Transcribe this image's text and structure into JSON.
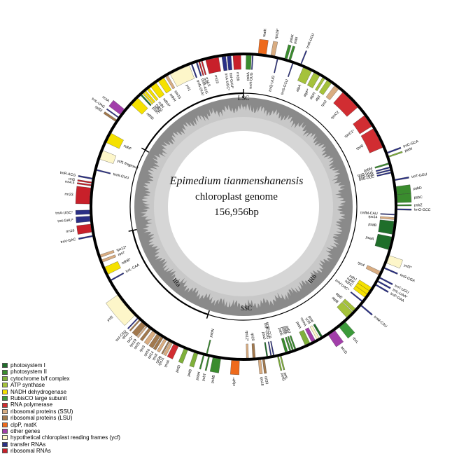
{
  "genome": {
    "species": "Epimedium tianmenshanensis",
    "subtitle": "chloroplast genome",
    "length_label": "156,956bp",
    "length_bp": 156956
  },
  "regions": {
    "lsc": "LSC",
    "ira": "IRa",
    "ssc": "SSC",
    "irb": "IRb",
    "boundaries_bp": [
      86420,
      112450,
      130750
    ]
  },
  "legend": [
    {
      "label": "photosystem I",
      "color": "#1f6e2a"
    },
    {
      "label": "photosystem II",
      "color": "#3a8c2e"
    },
    {
      "label": "cytochrome b/f complex",
      "color": "#7fb03a"
    },
    {
      "label": "ATP synthase",
      "color": "#a5c23b"
    },
    {
      "label": "NADH dehydrogenase",
      "color": "#f5e100"
    },
    {
      "label": "RubisCO large subunit",
      "color": "#3c9a3a"
    },
    {
      "label": "RNA polymerase",
      "color": "#d12d32"
    },
    {
      "label": "ribosomal proteins (SSU)",
      "color": "#d9ad82"
    },
    {
      "label": "ribosomal proteins (LSU)",
      "color": "#a2794e"
    },
    {
      "label": "clpP, matK",
      "color": "#ee6a1c"
    },
    {
      "label": "other genes",
      "color": "#a23eaa"
    },
    {
      "label": "hypothetical chloroplast reading frames (ycf)",
      "color": "#fdf6c9"
    },
    {
      "label": "transfer RNAs",
      "color": "#2a2f86"
    },
    {
      "label": "ribosomal RNAs",
      "color": "#c8202a"
    }
  ],
  "genes": [
    {
      "name": "psbA",
      "angle": 2,
      "span": 2,
      "color": "#3a8c2e",
      "side": "in"
    },
    {
      "name": "trnH-GUG",
      "angle": 3.5,
      "span": 0.4,
      "color": "#2a2f86",
      "side": "in"
    },
    {
      "name": "matK",
      "angle": 7,
      "span": 3,
      "color": "#ee6a1c",
      "side": "out"
    },
    {
      "name": "rps16*",
      "angle": 11,
      "span": 1.5,
      "color": "#d9ad82",
      "side": "out"
    },
    {
      "name": "trnQ-UUG",
      "angle": 13,
      "span": 0.4,
      "color": "#2a2f86",
      "side": "in"
    },
    {
      "name": "psbK",
      "angle": 16,
      "span": 1,
      "color": "#3a8c2e",
      "side": "out"
    },
    {
      "name": "psbI",
      "angle": 17.5,
      "span": 0.8,
      "color": "#3a8c2e",
      "side": "out"
    },
    {
      "name": "trnS-GCU",
      "angle": 19,
      "span": 0.4,
      "color": "#2a2f86",
      "side": "in"
    },
    {
      "name": "trnR-UCU",
      "angle": 22,
      "span": 0.4,
      "color": "#2a2f86",
      "side": "out"
    },
    {
      "name": "atpA",
      "angle": 25,
      "span": 3.5,
      "color": "#a5c23b",
      "side": "in"
    },
    {
      "name": "atpF*",
      "angle": 29,
      "span": 2.5,
      "color": "#a5c23b",
      "side": "in"
    },
    {
      "name": "atpH",
      "angle": 32,
      "span": 1,
      "color": "#a5c23b",
      "side": "in"
    },
    {
      "name": "atpI",
      "angle": 34.5,
      "span": 2,
      "color": "#a5c23b",
      "side": "in"
    },
    {
      "name": "rps2",
      "angle": 38,
      "span": 2,
      "color": "#d9ad82",
      "side": "in"
    },
    {
      "name": "rpoC2",
      "angle": 45,
      "span": 8,
      "color": "#d12d32",
      "side": "in"
    },
    {
      "name": "rpoC1*",
      "angle": 55.5,
      "span": 5,
      "color": "#d12d32",
      "side": "in"
    },
    {
      "name": "rpoB",
      "angle": 63,
      "span": 8,
      "color": "#d12d32",
      "side": "in"
    },
    {
      "name": "trnC-GCA",
      "angle": 69.5,
      "span": 0.5,
      "color": "#2a2f86",
      "side": "out"
    },
    {
      "name": "petN",
      "angle": 71,
      "span": 0.5,
      "color": "#7fb03a",
      "side": "out"
    },
    {
      "name": "psbM",
      "angle": 73.5,
      "span": 0.6,
      "color": "#3a8c2e",
      "side": "in"
    },
    {
      "name": "trnD-GUC",
      "angle": 75,
      "span": 0.5,
      "color": "#2a2f86",
      "side": "in"
    },
    {
      "name": "trnY-GUA",
      "angle": 76,
      "span": 0.5,
      "color": "#2a2f86",
      "side": "in"
    },
    {
      "name": "trnE-UUC",
      "angle": 77,
      "span": 0.5,
      "color": "#2a2f86",
      "side": "in"
    },
    {
      "name": "trnT-GGU",
      "angle": 80,
      "span": 0.5,
      "color": "#2a2f86",
      "side": "out"
    },
    {
      "name": "psbD",
      "angle": 84,
      "span": 3,
      "color": "#3a8c2e",
      "side": "out"
    },
    {
      "name": "psbC",
      "angle": 87,
      "span": 3,
      "color": "#3a8c2e",
      "side": "out"
    },
    {
      "name": "psbZ",
      "angle": 89.5,
      "span": 0.5,
      "color": "#3a8c2e",
      "side": "out"
    },
    {
      "name": "trnG-GCC",
      "angle": 91,
      "span": 0.5,
      "color": "#2a2f86",
      "side": "out"
    },
    {
      "name": "trnfM-CAU",
      "angle": 93,
      "span": 0.4,
      "color": "#2a2f86",
      "side": "in"
    },
    {
      "name": "rps14",
      "angle": 94.5,
      "span": 0.8,
      "color": "#d9ad82",
      "side": "in"
    },
    {
      "name": "psaB",
      "angle": 98,
      "span": 5,
      "color": "#1f6e2a",
      "side": "in"
    },
    {
      "name": "psaA",
      "angle": 104,
      "span": 5,
      "color": "#1f6e2a",
      "side": "in"
    },
    {
      "name": "ycf3*",
      "angle": 110,
      "span": 3,
      "color": "#fdf6c9",
      "side": "out"
    },
    {
      "name": "trnS-GGA",
      "angle": 113.5,
      "span": 0.5,
      "color": "#2a2f86",
      "side": "out"
    },
    {
      "name": "rps4",
      "angle": 116,
      "span": 1.5,
      "color": "#d9ad82",
      "side": "in"
    },
    {
      "name": "trnT-UGU",
      "angle": 117.5,
      "span": 0.5,
      "color": "#2a2f86",
      "side": "out"
    },
    {
      "name": "trnL-UAA*",
      "angle": 119,
      "span": 0.5,
      "color": "#2a2f86",
      "side": "out"
    },
    {
      "name": "trnF-GAA",
      "angle": 120.5,
      "span": 0.5,
      "color": "#2a2f86",
      "side": "out"
    },
    {
      "name": "ndhJ",
      "angle": 123,
      "span": 1.5,
      "color": "#f5e100",
      "side": "in"
    },
    {
      "name": "ndhK",
      "angle": 124.5,
      "span": 1.5,
      "color": "#f5e100",
      "side": "in"
    },
    {
      "name": "ndhC",
      "angle": 126,
      "span": 1.5,
      "color": "#f5e100",
      "side": "in"
    },
    {
      "name": "trnV-UAC*",
      "angle": 128.5,
      "span": 0.5,
      "color": "#2a2f86",
      "side": "in"
    },
    {
      "name": "trnM-CAU",
      "angle": 130,
      "span": 0.5,
      "color": "#2a2f86",
      "side": "out"
    },
    {
      "name": "atpE",
      "angle": 133,
      "span": 1.5,
      "color": "#a5c23b",
      "side": "in"
    },
    {
      "name": "atpB",
      "angle": 135.5,
      "span": 3,
      "color": "#a5c23b",
      "side": "in"
    },
    {
      "name": "rbcL",
      "angle": 140,
      "span": 3,
      "color": "#3c9a3a",
      "side": "out"
    },
    {
      "name": "accD",
      "angle": 145,
      "span": 3,
      "color": "#a23eaa",
      "side": "out"
    },
    {
      "name": "psaI",
      "angle": 149,
      "span": 0.8,
      "color": "#1f6e2a",
      "side": "in"
    },
    {
      "name": "ycf4",
      "angle": 150.5,
      "span": 1,
      "color": "#fdf6c9",
      "side": "in"
    },
    {
      "name": "cemA",
      "angle": 152.5,
      "span": 1.5,
      "color": "#a23eaa",
      "side": "in"
    },
    {
      "name": "petA",
      "angle": 155,
      "span": 2,
      "color": "#7fb03a",
      "side": "in"
    },
    {
      "name": "psbJ",
      "angle": 160,
      "span": 0.6,
      "color": "#3a8c2e",
      "side": "in"
    },
    {
      "name": "psbL",
      "angle": 161,
      "span": 0.6,
      "color": "#3a8c2e",
      "side": "in"
    },
    {
      "name": "psbF",
      "angle": 162,
      "span": 0.6,
      "color": "#3a8c2e",
      "side": "in"
    },
    {
      "name": "psbE",
      "angle": 163.5,
      "span": 1,
      "color": "#3a8c2e",
      "side": "in"
    },
    {
      "name": "petL",
      "angle": 166,
      "span": 0.5,
      "color": "#7fb03a",
      "side": "out"
    },
    {
      "name": "petG",
      "angle": 167,
      "span": 0.5,
      "color": "#7fb03a",
      "side": "out"
    },
    {
      "name": "trnW-CCA",
      "angle": 168.5,
      "span": 0.4,
      "color": "#2a2f86",
      "side": "in"
    },
    {
      "name": "trnP-UGG",
      "angle": 169.5,
      "span": 0.4,
      "color": "#2a2f86",
      "side": "in"
    },
    {
      "name": "psaJ",
      "angle": 171,
      "span": 0.5,
      "color": "#1f6e2a",
      "side": "in"
    },
    {
      "name": "rpl33",
      "angle": 172.5,
      "span": 0.8,
      "color": "#a2794e",
      "side": "out"
    },
    {
      "name": "rps18",
      "angle": 174,
      "span": 1,
      "color": "#d9ad82",
      "side": "out"
    },
    {
      "name": "rpl20",
      "angle": 176,
      "span": 1,
      "color": "#a2794e",
      "side": "in"
    },
    {
      "name": "rps12*",
      "angle": 178.5,
      "span": 0.8,
      "color": "#d9ad82",
      "side": "in"
    },
    {
      "name": "clpP*",
      "angle": 183,
      "span": 3,
      "color": "#ee6a1c",
      "side": "out"
    },
    {
      "name": "psbB",
      "angle": 190,
      "span": 3,
      "color": "#3a8c2e",
      "side": "out"
    },
    {
      "name": "psbT",
      "angle": 193,
      "span": 0.5,
      "color": "#3a8c2e",
      "side": "out"
    },
    {
      "name": "psbN",
      "angle": 194,
      "span": 0.5,
      "color": "#3a8c2e",
      "side": "in"
    },
    {
      "name": "psbH",
      "angle": 195,
      "span": 0.5,
      "color": "#3a8c2e",
      "side": "out"
    },
    {
      "name": "petB",
      "angle": 198,
      "span": 1.5,
      "color": "#7fb03a",
      "side": "out"
    },
    {
      "name": "petD",
      "angle": 202,
      "span": 1.5,
      "color": "#7fb03a",
      "side": "out"
    },
    {
      "name": "rpoA",
      "angle": 206,
      "span": 2,
      "color": "#d12d32",
      "side": "out"
    },
    {
      "name": "rps11",
      "angle": 208,
      "span": 1,
      "color": "#d9ad82",
      "side": "out"
    },
    {
      "name": "rpl36",
      "angle": 209,
      "span": 0.5,
      "color": "#a2794e",
      "side": "out"
    },
    {
      "name": "rps8",
      "angle": 210.5,
      "span": 1,
      "color": "#d9ad82",
      "side": "out"
    },
    {
      "name": "rpl14",
      "angle": 212,
      "span": 1,
      "color": "#a2794e",
      "side": "out"
    },
    {
      "name": "rpl16",
      "angle": 213.5,
      "span": 1.5,
      "color": "#a2794e",
      "side": "out"
    },
    {
      "name": "rps3",
      "angle": 215.5,
      "span": 1.5,
      "color": "#d9ad82",
      "side": "out"
    },
    {
      "name": "rpl22",
      "angle": 217.5,
      "span": 1,
      "color": "#a2794e",
      "side": "out"
    },
    {
      "name": "rps19",
      "angle": 219,
      "span": 0.5,
      "color": "#d9ad82",
      "side": "out"
    },
    {
      "name": "rpl2*",
      "angle": 220.5,
      "span": 2,
      "color": "#a2794e",
      "side": "out"
    },
    {
      "name": "rpl23",
      "angle": 222.5,
      "span": 0.5,
      "color": "#a2794e",
      "side": "out"
    },
    {
      "name": "trnI-CAU",
      "angle": 223.5,
      "span": 0.4,
      "color": "#2a2f86",
      "side": "out"
    },
    {
      "name": "ycf2",
      "angle": 230,
      "span": 10,
      "color": "#fdf6c9",
      "side": "out"
    },
    {
      "name": "trnL-CAA",
      "angle": 241,
      "span": 0.5,
      "color": "#2a2f86",
      "side": "in"
    },
    {
      "name": "ndhB*",
      "angle": 245,
      "span": 3,
      "color": "#f5e100",
      "side": "in"
    },
    {
      "name": "rps7",
      "angle": 249,
      "span": 1,
      "color": "#d9ad82",
      "side": "in"
    },
    {
      "name": "rps12*",
      "angle": 251,
      "span": 1,
      "color": "#d9ad82",
      "side": "in"
    },
    {
      "name": "trnV-GAC",
      "angle": 259,
      "span": 0.5,
      "color": "#2a2f86",
      "side": "out"
    },
    {
      "name": "rrn16",
      "angle": 262,
      "span": 3,
      "color": "#c8202a",
      "side": "out"
    },
    {
      "name": "trnI-GAU*",
      "angle": 265.5,
      "span": 2,
      "color": "#2a2f86",
      "side": "out"
    },
    {
      "name": "trnA-UGC*",
      "angle": 268,
      "span": 1.5,
      "color": "#2a2f86",
      "side": "out"
    },
    {
      "name": "rrn23",
      "angle": 274,
      "span": 6,
      "color": "#c8202a",
      "side": "out"
    },
    {
      "name": "rrn4.5",
      "angle": 278,
      "span": 0.5,
      "color": "#c8202a",
      "side": "out"
    },
    {
      "name": "rrn5",
      "angle": 279,
      "span": 0.5,
      "color": "#c8202a",
      "side": "out"
    },
    {
      "name": "trnR-ACG",
      "angle": 280.5,
      "span": 0.5,
      "color": "#2a2f86",
      "side": "out"
    },
    {
      "name": "trnN-GUU",
      "angle": 284,
      "span": 0.5,
      "color": "#2a2f86",
      "side": "in"
    },
    {
      "name": "ycf1-fragment",
      "angle": 290,
      "span": 3.5,
      "color": "#fdf6c9",
      "side": "in"
    },
    {
      "name": "ndhF",
      "angle": 297,
      "span": 4,
      "color": "#f5e100",
      "side": "in"
    },
    {
      "name": "rpl32",
      "angle": 304,
      "span": 0.8,
      "color": "#a2794e",
      "side": "out"
    },
    {
      "name": "trnL-UAG",
      "angle": 305.5,
      "span": 0.4,
      "color": "#2a2f86",
      "side": "out"
    },
    {
      "name": "ccsA",
      "angle": 308,
      "span": 2.5,
      "color": "#a23eaa",
      "side": "out"
    },
    {
      "name": "ndhD",
      "angle": 314,
      "span": 3.5,
      "color": "#f5e100",
      "side": "in"
    },
    {
      "name": "psaC",
      "angle": 317.5,
      "span": 0.6,
      "color": "#1f6e2a",
      "side": "in"
    },
    {
      "name": "ndhE",
      "angle": 318.5,
      "span": 0.6,
      "color": "#f5e100",
      "side": "in"
    },
    {
      "name": "ndhG",
      "angle": 319.5,
      "span": 0.8,
      "color": "#f5e100",
      "side": "in"
    },
    {
      "name": "ndhI",
      "angle": 321,
      "span": 1,
      "color": "#f5e100",
      "side": "in"
    },
    {
      "name": "ndhA*",
      "angle": 323.5,
      "span": 2.5,
      "color": "#f5e100",
      "side": "in"
    },
    {
      "name": "ndhH",
      "angle": 327,
      "span": 2.5,
      "color": "#f5e100",
      "side": "in"
    },
    {
      "name": "rps15",
      "angle": 329.5,
      "span": 1,
      "color": "#d9ad82",
      "side": "in"
    },
    {
      "name": "ycf1",
      "angle": 335,
      "span": 8,
      "color": "#fdf6c9",
      "side": "in"
    },
    {
      "name": "trnN-GUU",
      "angle": 340,
      "span": 0.5,
      "color": "#2a2f86",
      "side": "in"
    },
    {
      "name": "trnR-ACG",
      "angle": 342,
      "span": 0.5,
      "color": "#2a2f86",
      "side": "in"
    },
    {
      "name": "rrn5",
      "angle": 343,
      "span": 0.5,
      "color": "#c8202a",
      "side": "in"
    },
    {
      "name": "rrn4.5",
      "angle": 344,
      "span": 0.5,
      "color": "#c8202a",
      "side": "in"
    },
    {
      "name": "rrn23",
      "angle": 348,
      "span": 5,
      "color": "#c8202a",
      "side": "in"
    },
    {
      "name": "trnA-UGC*",
      "angle": 352.5,
      "span": 1.5,
      "color": "#2a2f86",
      "side": "in"
    },
    {
      "name": "trnI-GAU*",
      "angle": 354.5,
      "span": 1.5,
      "color": "#2a2f86",
      "side": "in"
    },
    {
      "name": "rrn16",
      "angle": 357.5,
      "span": 3,
      "color": "#c8202a",
      "side": "in"
    }
  ]
}
